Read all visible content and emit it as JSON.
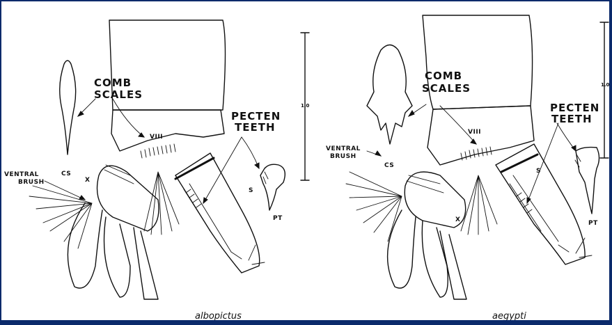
{
  "left_panel": {
    "comb_scales_line1": "COMB",
    "comb_scales_line2": "SCALES",
    "pecten_line1": "PECTEN",
    "pecten_line2": "TEETH",
    "ventral_line1": "VENTRAL",
    "ventral_line2": "BRUSH",
    "segment": "VIII",
    "segment_x": "X",
    "siphon": "S",
    "cs": "CS",
    "pt": "PT",
    "scale": "1.0",
    "caption": "albopictus"
  },
  "right_panel": {
    "comb_scales_line1": "COMB",
    "comb_scales_line2": "SCALES",
    "pecten_line1": "PECTEN",
    "pecten_line2": "TEETH",
    "ventral_line1": "VENTRAL",
    "ventral_line2": "BRUSH",
    "segment": "VIII",
    "segment_x": "X",
    "siphon": "S",
    "cs": "CS",
    "pt": "PT",
    "scale": "1.0",
    "caption": "aegypti"
  },
  "colors": {
    "border": "#0b2a6b",
    "ink": "#111111",
    "paper": "#ffffff"
  }
}
